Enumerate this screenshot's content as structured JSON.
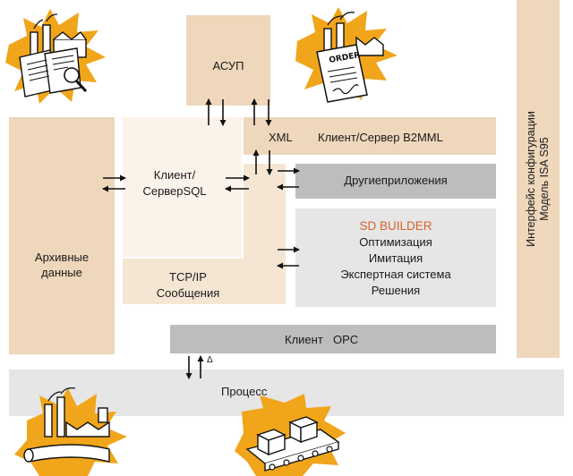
{
  "blocks": {
    "asup": "АСУП",
    "xml": "XML",
    "b2mml": "Клиент/Сервер B2MML",
    "sql_client": "Клиент/",
    "sql_server": "СерверSQL",
    "other_apps": "Другиеприложения",
    "sd_builder": "SD BUILDER",
    "sd_lines": [
      "Оптимизация",
      "Имитация",
      "Экспертная система",
      "Решения"
    ],
    "archive_1": "Архивные",
    "archive_2": "данные",
    "tcpip_1": "TCP/IP",
    "tcpip_2": "Сообщения",
    "opc_client": "Клиент",
    "opc": "OPC",
    "process": "Процесс",
    "triangle": "Δ",
    "isa_1": "Интерфейс конфигурации",
    "isa_2": "Модель ISA S95"
  },
  "illustrations": [
    "factory-documents-icon",
    "order-icon",
    "factory-pipeline-icon",
    "conveyor-boxes-icon"
  ],
  "colors": {
    "tan": "#eed7bb",
    "tan_light": "#f5e6d3",
    "cream": "#fbf3ea",
    "gray_dark": "#bdbcbe",
    "gray_light": "#e6e6e6",
    "accent_orange": "#d9622b",
    "sun": "#f1a51b"
  }
}
